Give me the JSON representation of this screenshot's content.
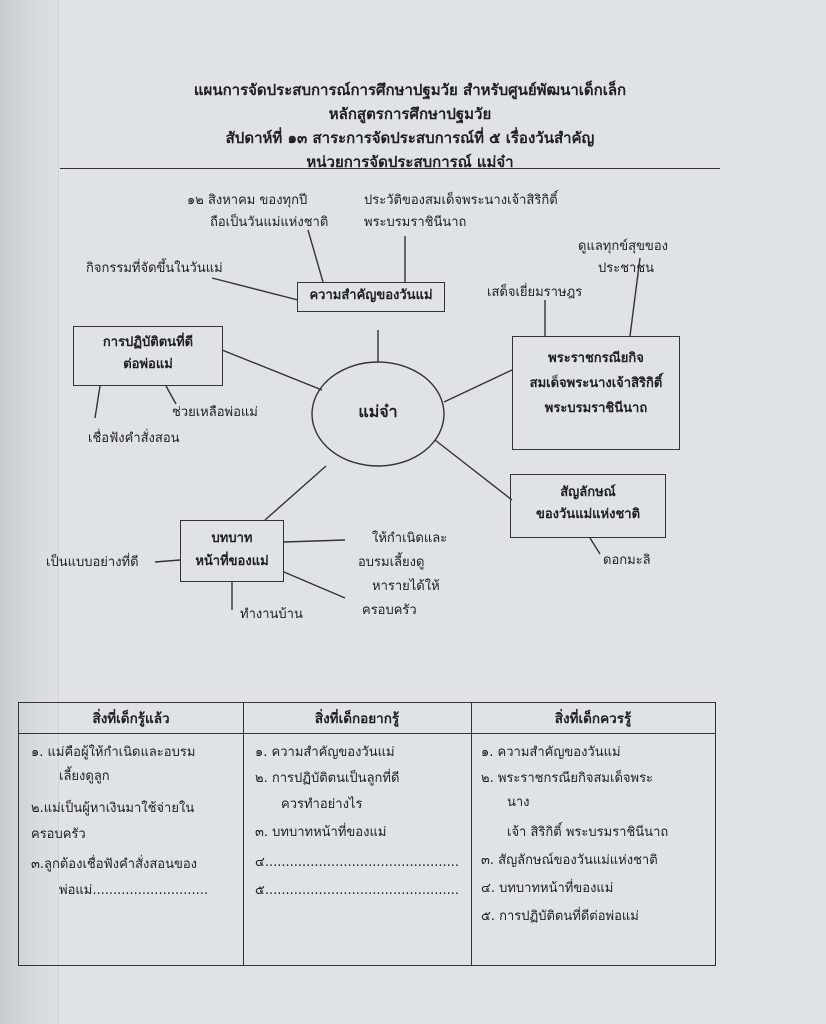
{
  "header": {
    "line1": "แผนการจัดประสบการณ์การศึกษาปฐมวัย  สำหรับศูนย์พัฒนาเด็กเล็ก",
    "line2": "หลักสูตรการศึกษาปฐมวัย",
    "line3": "สัปดาห์ที่ ๑๓ สาระการจัดประสบการณ์ที่ ๕  เรื่องวันสำคัญ",
    "line4": "หน่วยการจัดประสบการณ์  แม่จ๋า"
  },
  "mindmap": {
    "center": "แม่จ๋า",
    "importance": {
      "title": "ความสำคัญของวันแม่",
      "detail1_line1": "๑๒  สิงหาคม  ของทุกปี",
      "detail1_line2": "ถือเป็นวันแม่แห่งชาติ",
      "detail2_line1": "ประวัติของสมเด็จพระนางเจ้าสิริกิติ์",
      "detail2_line2": "พระบรมราชินีนาถ",
      "detail3": "กิจกรรมที่จัดขึ้นในวันแม่"
    },
    "royal": {
      "title_line1": "พระราชกรณียกิจ",
      "title_line2": "สมเด็จพระนางเจ้าสิริกิติ์",
      "title_line3": "พระบรมราชินีนาถ",
      "detail1_line1": "ดูแลทุกข์สุขของ",
      "detail1_line2": "ประชาชน",
      "detail2": "เสด็จเยี่ยมราษฎร"
    },
    "conduct": {
      "title_line1": "การปฏิบัติตนที่ดี",
      "title_line2": "ต่อพ่อแม่",
      "detail1": "ช่วยเหลือพ่อแม่",
      "detail2": "เชื่อฟังคำสั่งสอน"
    },
    "symbol": {
      "title_line1": "สัญลักษณ์",
      "title_line2": "ของวันแม่แห่งชาติ",
      "detail1": "ดอกมะลิ"
    },
    "role": {
      "title_line1": "บทบาท",
      "title_line2": "หน้าที่ของแม่",
      "detail1": "เป็นแบบอย่างที่ดี",
      "detail2": "ทำงานบ้าน",
      "detail3_line1": "ให้กำเนิดและ",
      "detail3_line2": "อบรมเลี้ยงดู",
      "detail4_line1": "หารายได้ให้",
      "detail4_line2": "ครอบครัว"
    }
  },
  "table": {
    "headers": [
      "สิ่งที่เด็กรู้แล้ว",
      "สิ่งที่เด็กอยากรู้",
      "สิ่งที่เด็กควรรู้"
    ],
    "col1": [
      "๑.  แม่คือผู้ให้กำเนิดและอบรม",
      "เลี้ยงดูลูก",
      "๒.แม่เป็นผู้หาเงินมาใช้จ่ายใน",
      "ครอบครัว",
      "๓.ลูกต้องเชื่อฟังคำสั่งสอนของ",
      "พ่อแม่............................"
    ],
    "col2": [
      "๑.  ความสำคัญของวันแม่",
      "๒.  การปฏิบัติตนเป็นลูกที่ดี",
      "ควรทำอย่างไร",
      "๓.  บทบาทหน้าที่ของแม่",
      "๔...............................................",
      "๕..............................................."
    ],
    "col3": [
      "๑.  ความสำคัญของวันแม่",
      "๒.  พระราชกรณียกิจสมเด็จพระ",
      "นาง",
      "เจ้า สิริกิติ์ พระบรมราชินีนาถ",
      "๓.  สัญลักษณ์ของวันแม่แห่งชาติ",
      "๔.  บทบาทหน้าที่ของแม่",
      "๕.  การปฏิบัติตนที่ดีต่อพ่อแม่"
    ]
  }
}
